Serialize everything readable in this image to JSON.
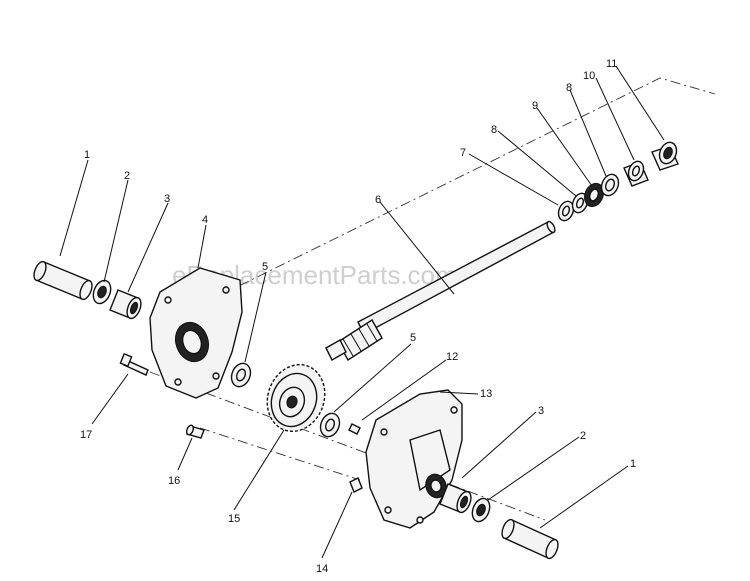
{
  "watermark": "eReplacementParts.com",
  "callouts": {
    "c1a": "1",
    "c2a": "2",
    "c3a": "3",
    "c4": "4",
    "c5a": "5",
    "c6": "6",
    "c7": "7",
    "c8a": "8",
    "c8b": "8",
    "c9": "9",
    "c10": "10",
    "c11": "11",
    "c5b": "5",
    "c12": "12",
    "c13": "13",
    "c3b": "3",
    "c2b": "2",
    "c1b": "1",
    "c17": "17",
    "c16": "16",
    "c15": "15",
    "c14": "14"
  }
}
